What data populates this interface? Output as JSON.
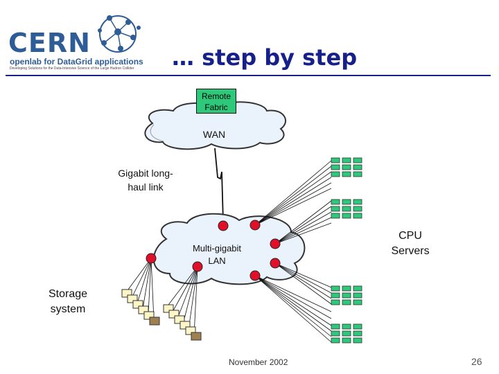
{
  "logo": {
    "name": "CERN",
    "subtitle": "openlab for DataGrid applications",
    "tagline": "Developing Solutions for the Data-Intensive Science of the Large Hadron Collider"
  },
  "slide": {
    "title": "… step by step",
    "footer": "November 2002",
    "page_number": "26"
  },
  "diagram": {
    "remote_fabric": "Remote\nFabric",
    "wan": "WAN",
    "link_label": "Gigabit long-\nhaul link",
    "lan_label": "Multi-gigabit\nLAN",
    "cpu_label": "CPU\nServers",
    "storage_label": "Storage\nsystem",
    "colors": {
      "cloud": "#eaf2fb",
      "node": "#e0102b",
      "server": "#2ec87a",
      "title": "#17208a"
    }
  }
}
